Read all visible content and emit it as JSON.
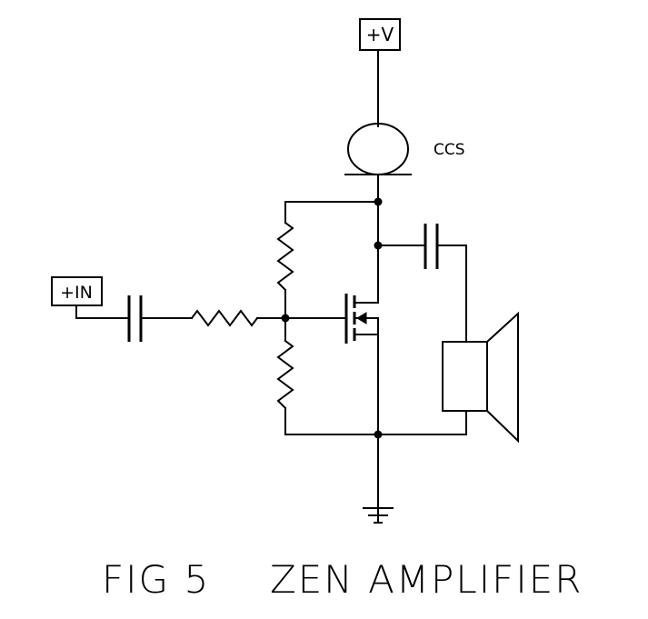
{
  "labels": {
    "supply": "+V",
    "ccs": "CCS",
    "input": "+IN"
  },
  "caption": {
    "fig": "FIG 5",
    "title": "ZEN AMPLIFIER"
  }
}
